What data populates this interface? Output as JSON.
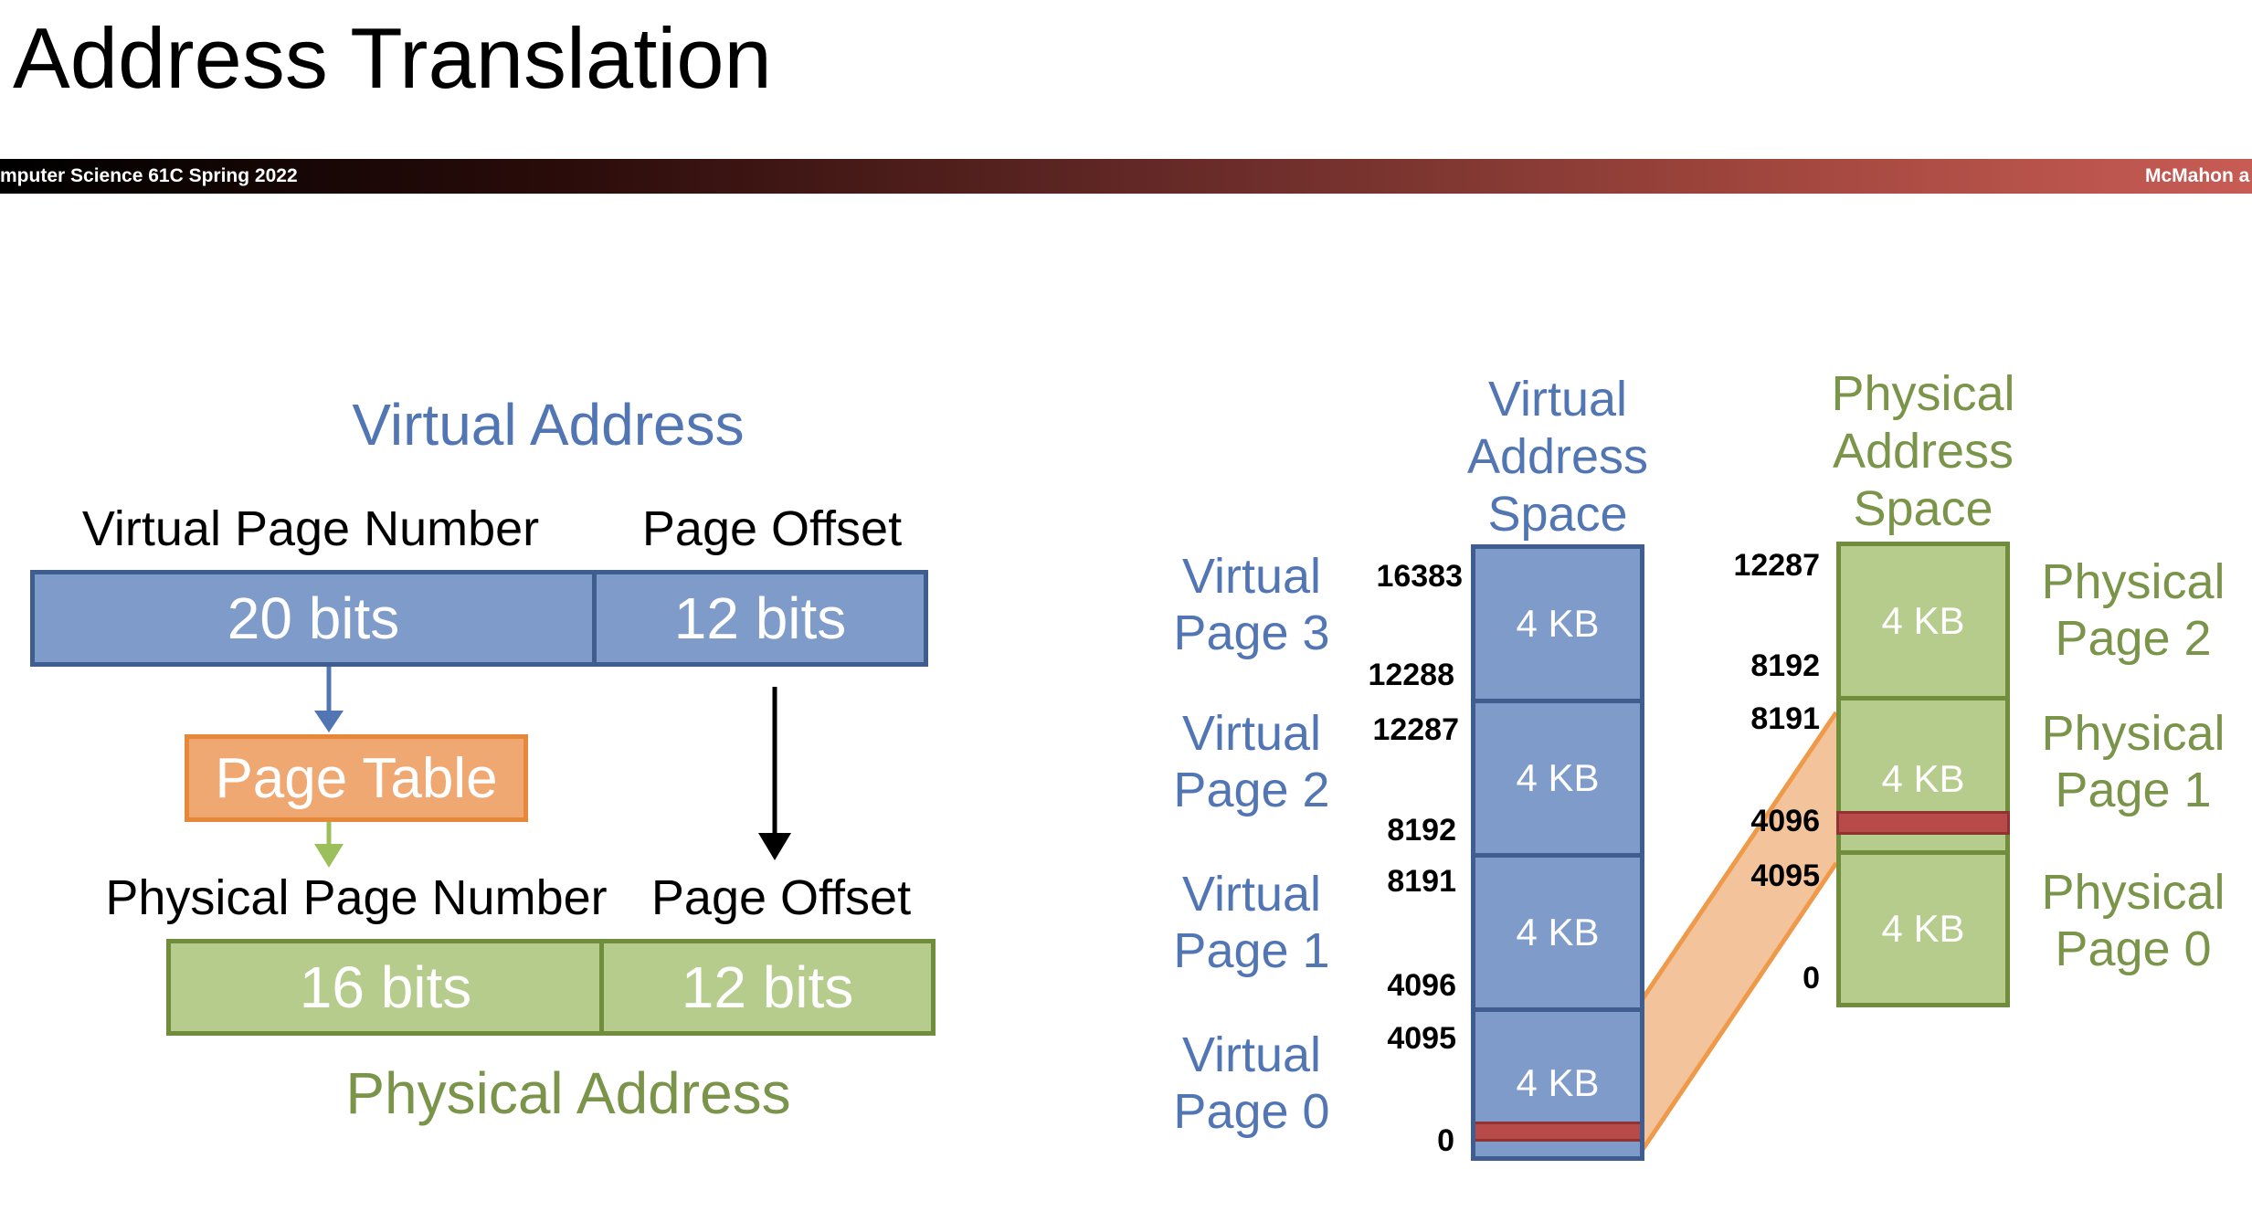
{
  "slide": {
    "title": "Address Translation",
    "banner_left": "mputer Science 61C Spring 2022",
    "banner_right": "McMahon a"
  },
  "left": {
    "virtual_address_title": "Virtual Address",
    "vpn_label": "Virtual Page Number",
    "offset_label_top": "Page Offset",
    "vpn_bits": "20 bits",
    "offset_bits_top": "12 bits",
    "page_table": "Page Table",
    "ppn_label": "Physical Page Number",
    "offset_label_bottom": "Page Offset",
    "ppn_bits": "16 bits",
    "offset_bits_bottom": "12 bits",
    "physical_address_title": "Physical Address"
  },
  "virtual_space": {
    "title": "Virtual\nAddress\nSpace",
    "blocks": [
      "4 KB",
      "4 KB",
      "4 KB",
      "4 KB"
    ],
    "addresses": [
      "16383",
      "12288",
      "12287",
      "8192",
      "8191",
      "4096",
      "4095",
      "0"
    ],
    "page_labels": [
      "Virtual\nPage 3",
      "Virtual\nPage 2",
      "Virtual\nPage 1",
      "Virtual\nPage 0"
    ]
  },
  "physical_space": {
    "title": "Physical\nAddress\nSpace",
    "blocks": [
      "4 KB",
      "4 KB",
      "4 KB"
    ],
    "addresses": [
      "12287",
      "8192",
      "8191",
      "4096",
      "4095",
      "0"
    ],
    "page_labels": [
      "Physical\nPage 2",
      "Physical\nPage 1",
      "Physical\nPage 0"
    ]
  },
  "colors": {
    "blue_fill": "#7f9bc9",
    "blue_border": "#3f5d8f",
    "green_fill": "#b6cc8d",
    "green_border": "#6f8d3a",
    "orange_fill": "#f0a872",
    "highlight_red": "#b84a4a"
  }
}
